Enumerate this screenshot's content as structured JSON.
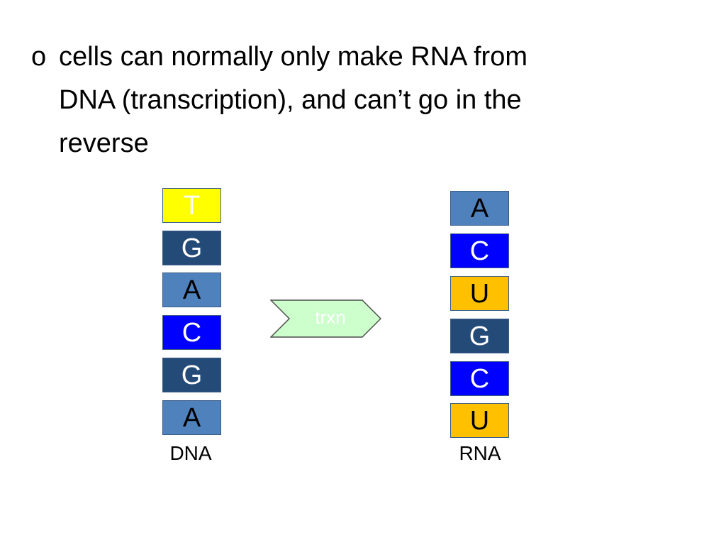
{
  "bullet": {
    "marker": "o",
    "lines": [
      "cells can normally only make RNA from",
      "DNA (transcription), and can’t go in the",
      "reverse"
    ]
  },
  "dna": {
    "label": "DNA",
    "bases": [
      {
        "letter": "T",
        "bg": "#ffff00",
        "fg": "#ffffff"
      },
      {
        "letter": "G",
        "bg": "#244a78",
        "fg": "#ffffff"
      },
      {
        "letter": "A",
        "bg": "#4f81bd",
        "fg": "#000000"
      },
      {
        "letter": "C",
        "bg": "#0000ff",
        "fg": "#ffffff"
      },
      {
        "letter": "G",
        "bg": "#244a78",
        "fg": "#ffffff"
      },
      {
        "letter": "A",
        "bg": "#4f81bd",
        "fg": "#000000"
      }
    ]
  },
  "rna": {
    "label": "RNA",
    "bases": [
      {
        "letter": "A",
        "bg": "#4f81bd",
        "fg": "#000000"
      },
      {
        "letter": "C",
        "bg": "#0000ff",
        "fg": "#ffffff"
      },
      {
        "letter": "U",
        "bg": "#ffc000",
        "fg": "#000000"
      },
      {
        "letter": "G",
        "bg": "#244a78",
        "fg": "#ffffff"
      },
      {
        "letter": "C",
        "bg": "#0000ff",
        "fg": "#ffffff"
      },
      {
        "letter": "U",
        "bg": "#ffc000",
        "fg": "#000000"
      }
    ]
  },
  "arrow": {
    "label": "trxn",
    "fill": "#ccffcc"
  }
}
